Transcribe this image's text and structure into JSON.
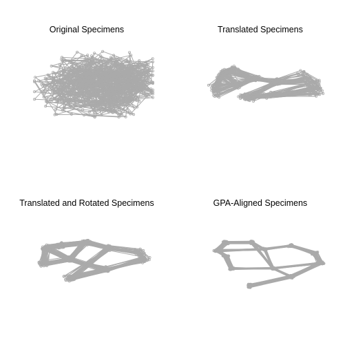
{
  "chart_data": [
    {
      "type": "scatter",
      "title": "Original Specimens",
      "style": {
        "line_color": "#aaaaaa",
        "point_color": "#aaaaaa",
        "axes": "none",
        "grid": false
      },
      "specimens": 60,
      "landmarks": [
        {
          "x": 0.22,
          "y": 0.62
        },
        {
          "x": 0.3,
          "y": 0.43
        },
        {
          "x": 0.43,
          "y": 0.33
        },
        {
          "x": 0.6,
          "y": 0.3
        },
        {
          "x": 0.75,
          "y": 0.35
        },
        {
          "x": 0.88,
          "y": 0.48
        },
        {
          "x": 0.8,
          "y": 0.68
        },
        {
          "x": 0.6,
          "y": 0.77
        },
        {
          "x": 0.38,
          "y": 0.75
        },
        {
          "x": 0.52,
          "y": 0.55
        }
      ],
      "links": [
        [
          0,
          1
        ],
        [
          1,
          2
        ],
        [
          2,
          3
        ],
        [
          3,
          4
        ],
        [
          4,
          5
        ],
        [
          5,
          6
        ],
        [
          6,
          7
        ],
        [
          7,
          8
        ],
        [
          8,
          0
        ],
        [
          1,
          9
        ],
        [
          9,
          5
        ],
        [
          3,
          9
        ],
        [
          9,
          7
        ]
      ],
      "jitter": 0.42,
      "rotation_jitter": 0.0
    },
    {
      "type": "scatter",
      "title": "Translated Specimens",
      "style": {
        "line_color": "#aaaaaa",
        "point_color": "#aaaaaa",
        "axes": "none",
        "grid": false
      },
      "specimens": 40,
      "landmarks": [
        {
          "x": 0.12,
          "y": 0.37
        },
        {
          "x": 0.19,
          "y": 0.33
        },
        {
          "x": 0.4,
          "y": 0.44
        },
        {
          "x": 0.58,
          "y": 0.49
        },
        {
          "x": 0.82,
          "y": 0.42
        },
        {
          "x": 0.93,
          "y": 0.58
        },
        {
          "x": 0.52,
          "y": 0.68
        },
        {
          "x": 0.33,
          "y": 0.72
        },
        {
          "x": 0.06,
          "y": 0.62
        },
        {
          "x": 0.24,
          "y": 0.53
        }
      ],
      "links": [
        [
          0,
          1
        ],
        [
          1,
          2
        ],
        [
          2,
          3
        ],
        [
          3,
          4
        ],
        [
          4,
          5
        ],
        [
          5,
          6
        ],
        [
          6,
          7
        ],
        [
          7,
          3
        ],
        [
          0,
          9
        ],
        [
          9,
          8
        ],
        [
          8,
          0
        ],
        [
          9,
          2
        ],
        [
          6,
          5
        ]
      ],
      "jitter": 0.05,
      "rotation_jitter": 0.22
    },
    {
      "type": "scatter",
      "title": "Translated and Rotated Specimens",
      "style": {
        "line_color": "#aaaaaa",
        "point_color": "#aaaaaa",
        "axes": "none",
        "grid": false
      },
      "specimens": 40,
      "landmarks": [
        {
          "x": 0.1,
          "y": 0.38
        },
        {
          "x": 0.22,
          "y": 0.35
        },
        {
          "x": 0.43,
          "y": 0.3
        },
        {
          "x": 0.63,
          "y": 0.38
        },
        {
          "x": 0.88,
          "y": 0.45
        },
        {
          "x": 0.92,
          "y": 0.55
        },
        {
          "x": 0.6,
          "y": 0.7
        },
        {
          "x": 0.3,
          "y": 0.82
        },
        {
          "x": 0.08,
          "y": 0.6
        },
        {
          "x": 0.3,
          "y": 0.55
        }
      ],
      "links": [
        [
          0,
          1
        ],
        [
          1,
          2
        ],
        [
          2,
          3
        ],
        [
          3,
          4
        ],
        [
          4,
          5
        ],
        [
          5,
          6
        ],
        [
          6,
          7
        ],
        [
          7,
          3
        ],
        [
          0,
          9
        ],
        [
          9,
          8
        ],
        [
          8,
          0
        ],
        [
          9,
          2
        ],
        [
          6,
          9
        ]
      ],
      "jitter": 0.05,
      "rotation_jitter": 0.08
    },
    {
      "type": "scatter",
      "title": "GPA-Aligned Specimens",
      "style": {
        "line_color": "#aaaaaa",
        "point_color": "#aaaaaa",
        "axes": "none",
        "grid": false
      },
      "specimens": 30,
      "landmarks": [
        {
          "x": 0.08,
          "y": 0.42
        },
        {
          "x": 0.15,
          "y": 0.3
        },
        {
          "x": 0.37,
          "y": 0.3
        },
        {
          "x": 0.48,
          "y": 0.4
        },
        {
          "x": 0.7,
          "y": 0.35
        },
        {
          "x": 0.9,
          "y": 0.46
        },
        {
          "x": 0.95,
          "y": 0.6
        },
        {
          "x": 0.55,
          "y": 0.68
        },
        {
          "x": 0.2,
          "y": 0.68
        },
        {
          "x": 0.35,
          "y": 0.93
        },
        {
          "x": 0.7,
          "y": 0.8
        },
        {
          "x": 0.15,
          "y": 0.5
        }
      ],
      "links": [
        [
          0,
          1
        ],
        [
          1,
          2
        ],
        [
          2,
          3
        ],
        [
          3,
          4
        ],
        [
          4,
          5
        ],
        [
          5,
          6
        ],
        [
          6,
          7
        ],
        [
          7,
          8
        ],
        [
          3,
          7
        ],
        [
          0,
          11
        ],
        [
          11,
          8
        ],
        [
          9,
          10
        ],
        [
          10,
          6
        ],
        [
          7,
          10
        ],
        [
          2,
          7
        ],
        [
          0,
          3
        ]
      ],
      "jitter": 0.02,
      "rotation_jitter": 0.02
    }
  ]
}
